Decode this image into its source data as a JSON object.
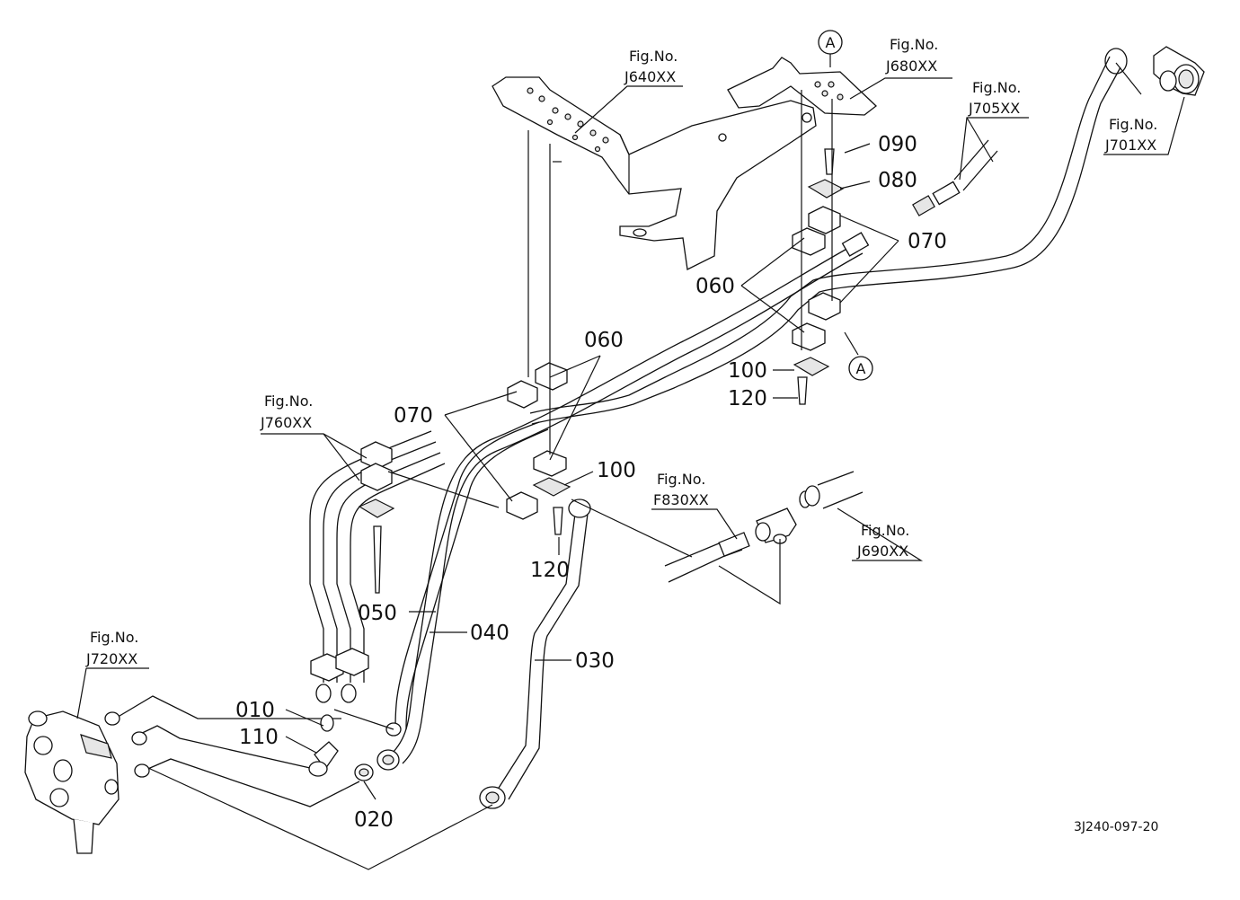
{
  "figure_refs": {
    "j640": {
      "line1": "Fig.No.",
      "line2": "J640XX"
    },
    "j680": {
      "line1": "Fig.No.",
      "line2": "J680XX"
    },
    "j705": {
      "line1": "Fig.No.",
      "line2": "J705XX"
    },
    "j701": {
      "line1": "Fig.No.",
      "line2": "J701XX"
    },
    "j760": {
      "line1": "Fig.No.",
      "line2": "J760XX"
    },
    "f830": {
      "line1": "Fig.No.",
      "line2": "F830XX"
    },
    "j690": {
      "line1": "Fig.No.",
      "line2": "J690XX"
    },
    "j720": {
      "line1": "Fig.No.",
      "line2": "J720XX"
    }
  },
  "part_labels": {
    "p010": "010",
    "p020": "020",
    "p030": "030",
    "p040": "040",
    "p050": "050",
    "p060_right": "060",
    "p060_mid": "060",
    "p070_right": "070",
    "p070_left": "070",
    "p080": "080",
    "p090": "090",
    "p100_right": "100",
    "p100_mid": "100",
    "p110": "110",
    "p120_right": "120",
    "p120_mid": "120"
  },
  "markers": {
    "top": "A",
    "bottom": "A"
  },
  "drawing_code": "3J240-097-20"
}
